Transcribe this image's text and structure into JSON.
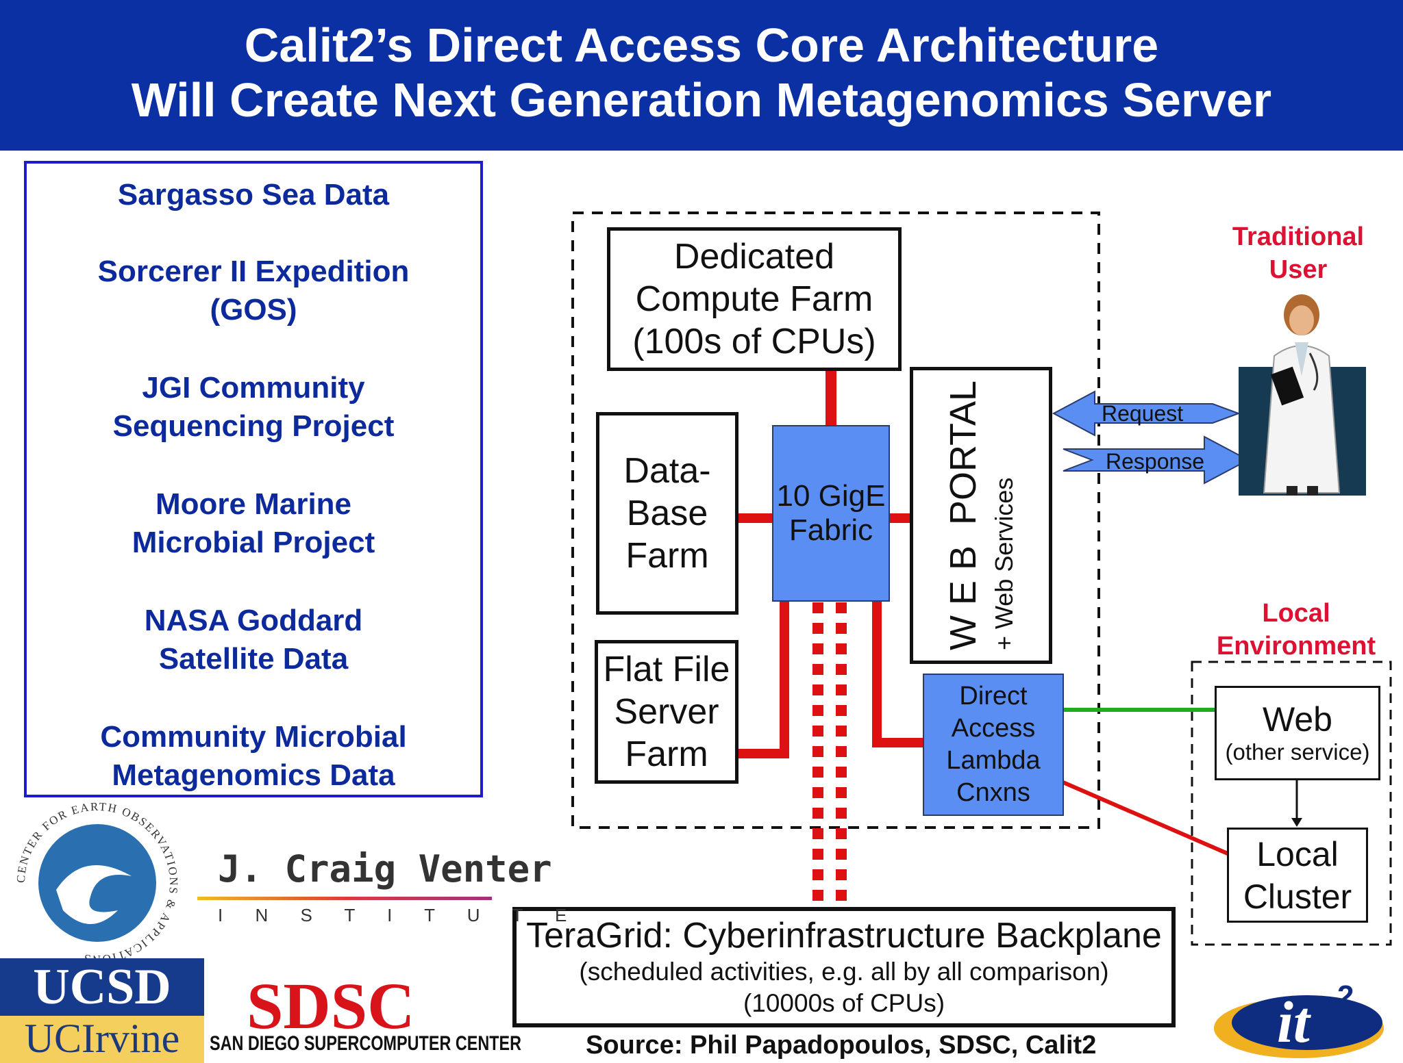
{
  "header": {
    "line1": "Calit2’s Direct Access Core Architecture",
    "line2": "Will Create Next Generation Metagenomics Server",
    "bg": "#0a30a3"
  },
  "sources": [
    {
      "lines": [
        "Sargasso Sea Data"
      ]
    },
    {
      "lines": [
        "Sorcerer II Expedition",
        "(GOS)"
      ]
    },
    {
      "lines": [
        "JGI Community",
        "Sequencing Project"
      ]
    },
    {
      "lines": [
        "Moore Marine",
        "Microbial Project"
      ]
    },
    {
      "lines": [
        "NASA Goddard",
        "Satellite Data"
      ]
    },
    {
      "lines": [
        "Community Microbial",
        "Metagenomics Data"
      ]
    }
  ],
  "diagram": {
    "compute_farm": [
      "Dedicated",
      "Compute Farm",
      "(100s of CPUs)"
    ],
    "database_farm": [
      "Data-",
      "Base",
      "Farm"
    ],
    "fabric": [
      "10 GigE",
      "Fabric"
    ],
    "web_portal": "W E B  PORTAL",
    "web_services": "+ Web Services",
    "flat_file": [
      "Flat File",
      "Server",
      "Farm"
    ],
    "direct_access": [
      "Direct",
      "Access",
      "Lambda",
      "Cnxns"
    ],
    "request": "Request",
    "response": "Response",
    "traditional_user": [
      "Traditional",
      "User"
    ],
    "local_environment": [
      "Local",
      "Environment"
    ],
    "web_other": "Web",
    "web_other_sub": "(other service)",
    "local_cluster": [
      "Local",
      "Cluster"
    ],
    "teragrid_title": "TeraGrid: Cyberinfrastructure Backplane",
    "teragrid_sub1": "(scheduled activities, e.g. all by all comparison)",
    "teragrid_sub2": "(10000s of CPUs)"
  },
  "source_credit": "Source: Phil Papadopoulos, SDSC, Calit2",
  "logos": {
    "ceoa_ring": "CENTER FOR EARTH OBSERVATIONS & APPLICATIONS",
    "jcvi_name": "J. Craig Venter",
    "jcvi_sub": "I N S T I T U T E",
    "ucsd": "UCSD",
    "uci": "UCIrvine",
    "sdsc": "SDSC",
    "sdsc_sub": "SAN DIEGO SUPERCOMPUTER CENTER",
    "it2": "it",
    "it2_sup": "2"
  },
  "colors": {
    "link_red": "#dd1111",
    "link_green": "#22aa22",
    "fabric_blue": "#5a8ef2",
    "source_text": "#0d2a9c",
    "label_red": "#dd1133"
  }
}
